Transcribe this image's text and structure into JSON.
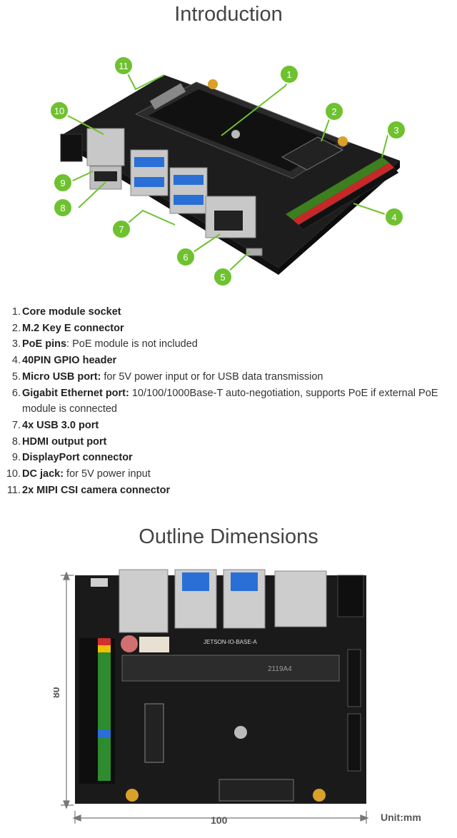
{
  "intro": {
    "title": "Introduction",
    "callouts": [
      "1",
      "2",
      "3",
      "4",
      "5",
      "6",
      "7",
      "8",
      "9",
      "10",
      "11"
    ],
    "features": [
      {
        "num": "1.",
        "label": "Core module socket",
        "desc": ""
      },
      {
        "num": "2.",
        "label": "M.2 Key E connector",
        "desc": ""
      },
      {
        "num": "3.",
        "label": "PoE pins",
        "desc": ": PoE module is not included"
      },
      {
        "num": "4.",
        "label": "40PIN GPIO header",
        "desc": ""
      },
      {
        "num": "5.",
        "label": "Micro USB port:",
        "desc": " for 5V power input or for USB data transmission"
      },
      {
        "num": "6.",
        "label": "Gigabit Ethernet port:",
        "desc": " 10/100/1000Base-T auto-negotiation, supports PoE if external PoE module is connected"
      },
      {
        "num": "7.",
        "label": "4x USB 3.0 port",
        "desc": ""
      },
      {
        "num": "8.",
        "label": "HDMI output port",
        "desc": ""
      },
      {
        "num": "9.",
        "label": "DisplayPort connector",
        "desc": ""
      },
      {
        "num": "10.",
        "label": "DC jack:",
        "desc": " for 5V power input"
      },
      {
        "num": "11.",
        "label": "2x MIPI CSI camera connector",
        "desc": ""
      }
    ],
    "colors": {
      "callout": "#6ec12f",
      "board": "#1d1d1d",
      "usb_blue": "#2a6fd6",
      "metal": "#c8c8c8"
    }
  },
  "outline": {
    "title": "Outline Dimensions",
    "height_dim": "80",
    "width_dim": "100",
    "unit": "Unit:mm",
    "board_text": "JETSON-IO-BASE-A",
    "socket_code": "2119A4"
  }
}
